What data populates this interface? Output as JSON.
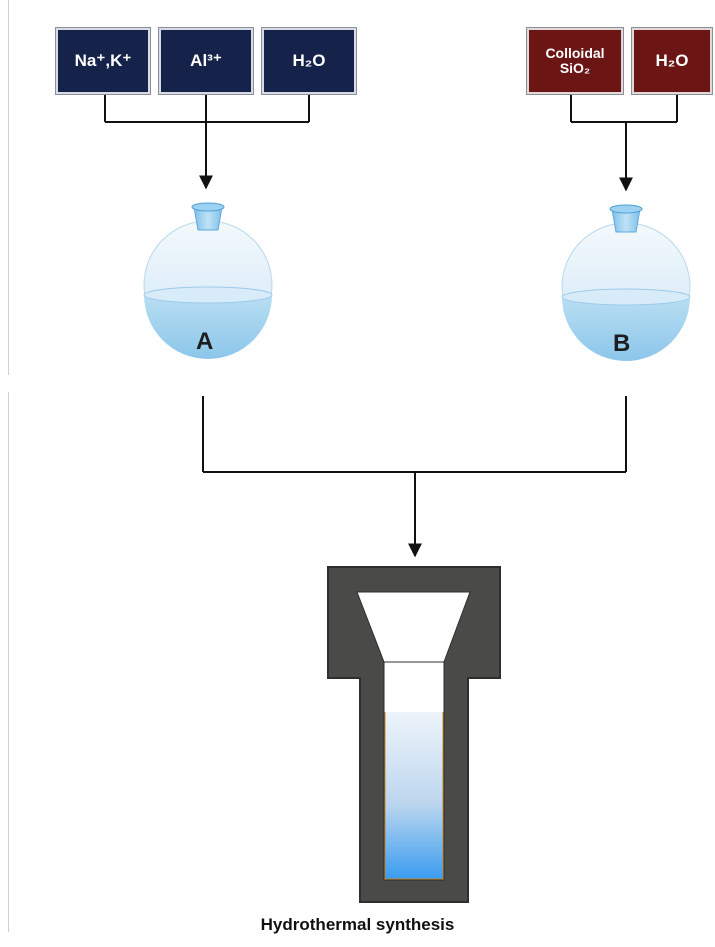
{
  "reagents_a": [
    {
      "label": "Na⁺,K⁺",
      "color": "#15234a"
    },
    {
      "label": "Al³⁺",
      "color": "#15234a"
    },
    {
      "label": "H₂O",
      "color": "#15234a"
    }
  ],
  "reagents_b": [
    {
      "label": "Colloidal\nSiO₂",
      "color": "#6b1515"
    },
    {
      "label": "H₂O",
      "color": "#6b1515"
    }
  ],
  "flask_a_label": "A",
  "flask_b_label": "B",
  "caption": "Hydrothermal synthesis",
  "colors": {
    "solution_top": "#e6f1fa",
    "solution_bottom": "#4aa6f0",
    "autoclave": "#4a4a48",
    "flask_liquid": "#a9d5ee"
  }
}
